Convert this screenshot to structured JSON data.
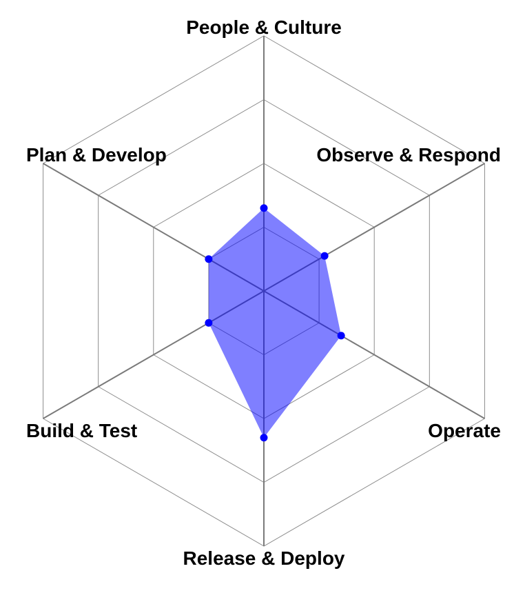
{
  "chart_data": {
    "type": "radar",
    "title": "",
    "axes": [
      "People & Culture",
      "Observe & Respond",
      "Operate",
      "Release & Deploy",
      "Build & Test",
      "Plan & Develop"
    ],
    "levels": 4,
    "range": [
      0,
      4
    ],
    "grid": true,
    "series": [
      {
        "values": [
          1.3,
          1.1,
          1.4,
          2.3,
          1.0,
          1.0
        ],
        "color": "#0000ff",
        "fill_color": "#0000ff",
        "fill_opacity": 0.5
      }
    ],
    "colors": {
      "grid": "#8c8c8c",
      "spoke": "#7a7a7a",
      "label": "#000000"
    }
  }
}
